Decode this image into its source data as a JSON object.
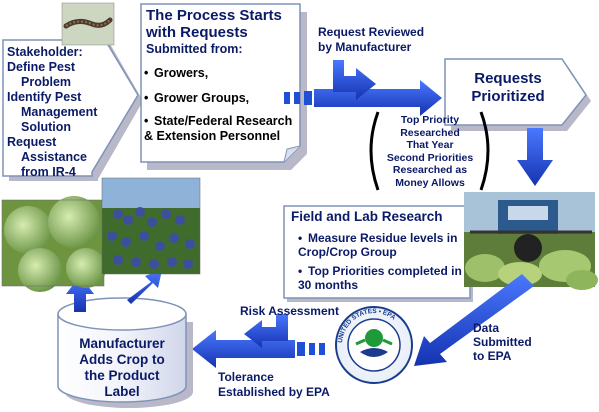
{
  "stakeholder": {
    "lines": [
      "Stakeholder:",
      "Define Pest",
      "Problem",
      "Identify Pest",
      "Management",
      "Solution",
      "Request",
      "Assistance",
      "from  IR-4"
    ]
  },
  "process": {
    "title_lines": [
      "The Process Starts",
      "with Requests"
    ],
    "subtitle": "Submitted from:",
    "bullets": [
      "Growers,",
      "Grower Groups,",
      "State/Federal Research & Extension Personnel"
    ]
  },
  "review": {
    "lines": [
      "Request Reviewed",
      "by Manufacturer"
    ]
  },
  "prioritized": {
    "lines": [
      "Requests",
      "Prioritized"
    ]
  },
  "priority_note": {
    "lines": [
      "Top Priority",
      "Researched",
      "That Year",
      "Second Priorities",
      "Researched as",
      "Money Allows"
    ]
  },
  "research": {
    "title": "Field and Lab Research",
    "bullets": [
      "Measure Residue levels in Crop/Crop Group",
      "Top Priorities completed in 30 months"
    ]
  },
  "data_submitted": {
    "lines": [
      "Data",
      "Submitted",
      "to EPA"
    ]
  },
  "risk": {
    "label": "Risk Assessment"
  },
  "tolerance": {
    "lines": [
      "Tolerance",
      "Established by EPA"
    ]
  },
  "manufacturer": {
    "lines": [
      "Manufacturer",
      "Adds Crop to",
      "the Product",
      "Label"
    ]
  },
  "epa_seal": {
    "ring_text": "UNITED STATES ENVIRONMENTAL PROTECTION AGENCY",
    "icon": "epa-seal-icon"
  },
  "colors": {
    "arrow_blue": "#1f4fd6",
    "box_fill": "#ffffff",
    "box_border": "#7f93b8",
    "shadow": "#b8b8c8"
  },
  "photos": [
    "caterpillar-photo",
    "cabbage-photo",
    "blueberry-photo",
    "field-sprayer-photo"
  ]
}
